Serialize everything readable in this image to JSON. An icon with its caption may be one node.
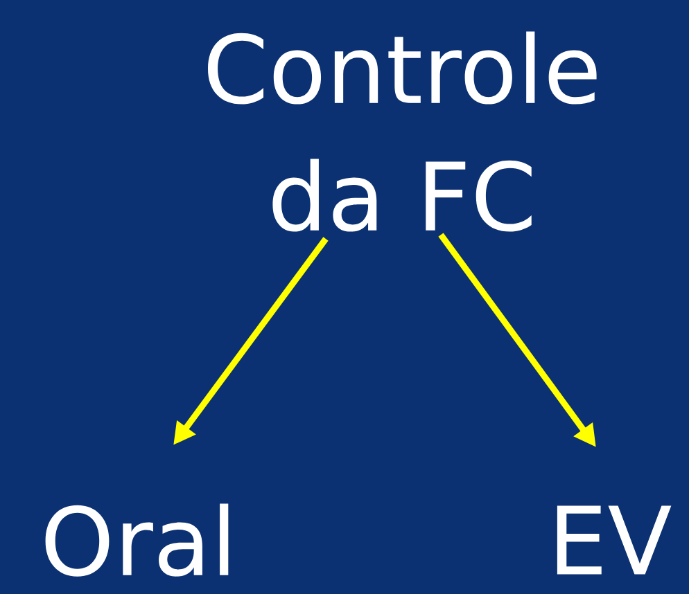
{
  "diagram": {
    "nodes": [
      {
        "text": [
          "Controle da FC"
        ]
      },
      {
        "text": [
          "Oral"
        ]
      },
      {
        "text": [
          "EV"
        ]
      }
    ],
    "edges": [
      {
        "from": 0,
        "to": 1,
        "arrow": "to"
      },
      {
        "from": 0,
        "to": 2,
        "arrow": "to"
      }
    ]
  }
}
